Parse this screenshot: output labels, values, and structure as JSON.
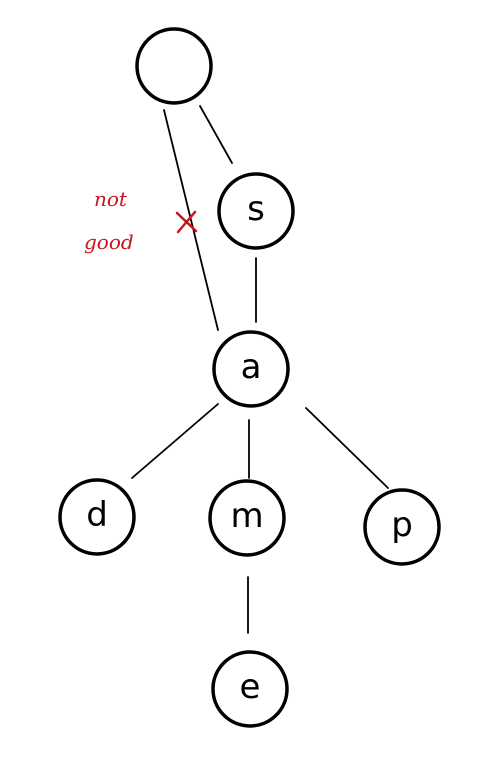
{
  "nodes": {
    "root": "",
    "s": "s",
    "a": "a",
    "d": "d",
    "m": "m",
    "p": "p",
    "e": "e"
  },
  "annotation": {
    "line1": "not",
    "line2": "good",
    "mark": "×"
  },
  "colors": {
    "ink": "#000000",
    "annotation": "#c8141e"
  }
}
